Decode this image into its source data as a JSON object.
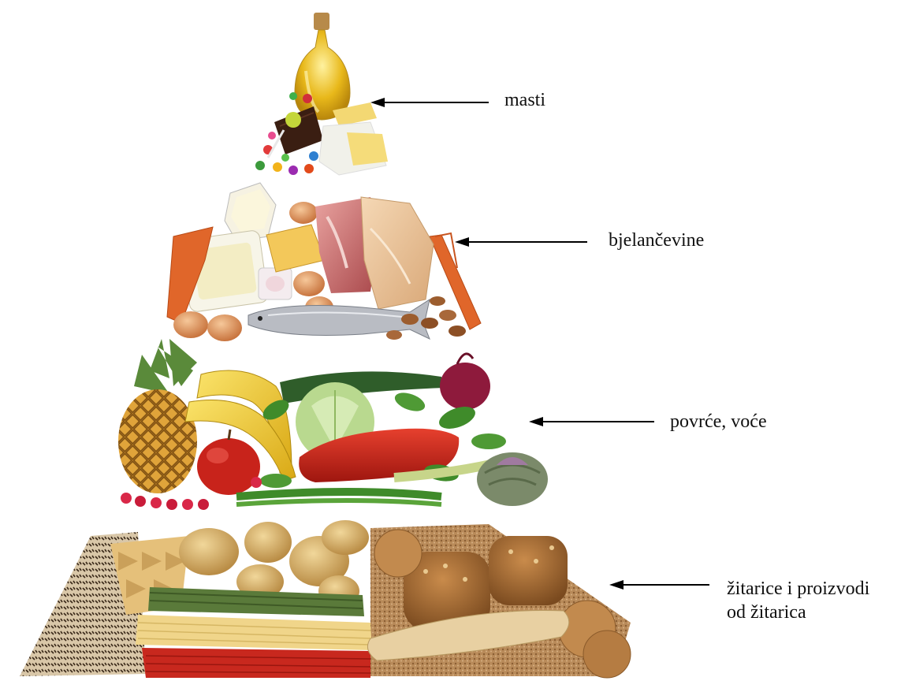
{
  "levels": [
    {
      "id": "fats",
      "label": "masti",
      "icon": "oil-bottle-cheese-sweets"
    },
    {
      "id": "proteins",
      "label": "bjelančevine",
      "icon": "meat-fish-eggs-dairy"
    },
    {
      "id": "produce",
      "label": "povrće, voće",
      "icon": "fruit-vegetables"
    },
    {
      "id": "grains",
      "label_line1": "žitarice i proizvodi",
      "label_line2": "od žitarica",
      "icon": "bread-pasta-potatoes"
    }
  ],
  "colors": {
    "arrow": "#000000",
    "oil": "#e8b81a",
    "meat": "#c9686a",
    "carrot": "#e0662a",
    "banana": "#f2cc2e",
    "pepper": "#c8231b",
    "greens": "#3f8b2a",
    "bread": "#a86a32",
    "pasta": "#e8c87a"
  }
}
